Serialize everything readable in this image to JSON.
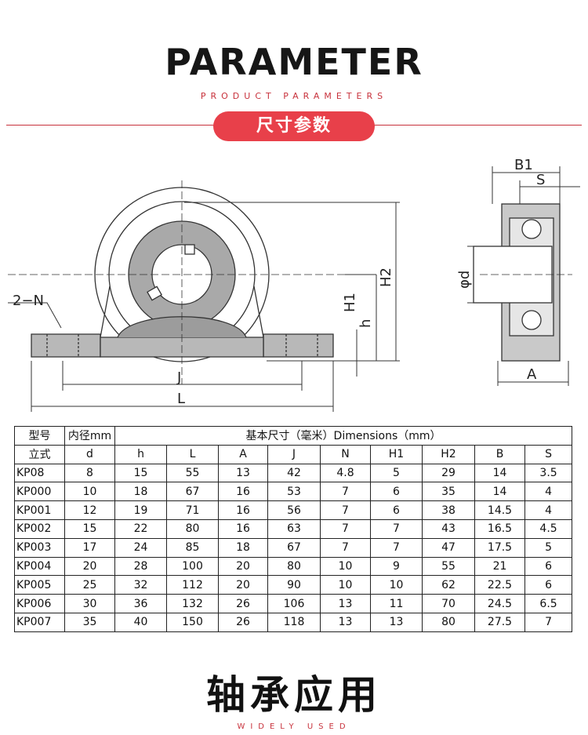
{
  "header": {
    "title": "PARAMETER",
    "subtitle": "PRODUCT PARAMETERS",
    "section_label": "尺寸参数"
  },
  "drawing": {
    "labels": {
      "two_n": "2−N",
      "h1": "H1",
      "h": "h",
      "h2": "H2",
      "j": "J",
      "l": "L",
      "b1": "B1",
      "s": "S",
      "phi_d": "φd",
      "a": "A"
    }
  },
  "table": {
    "header_row1": {
      "model": "型号",
      "bore": "内径mm",
      "dims": "基本尺寸（毫米）Dimensions（mm）"
    },
    "header_row2": [
      "立式",
      "d",
      "h",
      "L",
      "A",
      "J",
      "N",
      "H1",
      "H2",
      "B",
      "S"
    ],
    "rows": [
      [
        "KP08",
        "8",
        "15",
        "55",
        "13",
        "42",
        "4.8",
        "5",
        "29",
        "14",
        "3.5"
      ],
      [
        "KP000",
        "10",
        "18",
        "67",
        "16",
        "53",
        "7",
        "6",
        "35",
        "14",
        "4"
      ],
      [
        "KP001",
        "12",
        "19",
        "71",
        "16",
        "56",
        "7",
        "6",
        "38",
        "14.5",
        "4"
      ],
      [
        "KP002",
        "15",
        "22",
        "80",
        "16",
        "63",
        "7",
        "7",
        "43",
        "16.5",
        "4.5"
      ],
      [
        "KP003",
        "17",
        "24",
        "85",
        "18",
        "67",
        "7",
        "7",
        "47",
        "17.5",
        "5"
      ],
      [
        "KP004",
        "20",
        "28",
        "100",
        "20",
        "80",
        "10",
        "9",
        "55",
        "21",
        "6"
      ],
      [
        "KP005",
        "25",
        "32",
        "112",
        "20",
        "90",
        "10",
        "10",
        "62",
        "22.5",
        "6"
      ],
      [
        "KP006",
        "30",
        "36",
        "132",
        "26",
        "106",
        "13",
        "11",
        "70",
        "24.5",
        "6.5"
      ],
      [
        "KP007",
        "35",
        "40",
        "150",
        "26",
        "118",
        "13",
        "13",
        "80",
        "27.5",
        "7"
      ]
    ]
  },
  "footer": {
    "title": "轴承应用",
    "subtitle": "WIDELY USED"
  },
  "colors": {
    "accent": "#e8404a",
    "text": "#161616"
  }
}
